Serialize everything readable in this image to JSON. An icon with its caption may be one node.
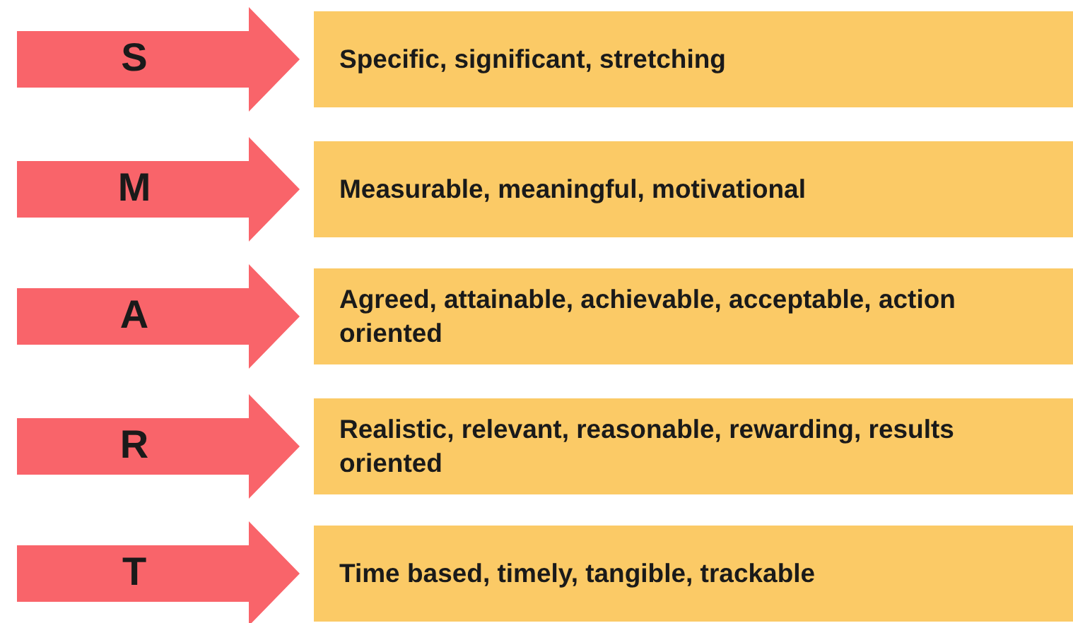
{
  "diagram": {
    "nodes": [
      {
        "text": [
          "S"
        ]
      },
      {
        "text": [
          "Specific, significant, stretching"
        ]
      },
      {
        "text": [
          "M"
        ]
      },
      {
        "text": [
          "Measurable, meaningful, motivational"
        ]
      },
      {
        "text": [
          "A"
        ]
      },
      {
        "text": [
          "Agreed, attainable, achievable, acceptable, action oriented"
        ]
      },
      {
        "text": [
          "R"
        ]
      },
      {
        "text": [
          "Realistic, relevant, reasonable, rewarding, results oriented"
        ]
      },
      {
        "text": [
          "T"
        ]
      },
      {
        "text": [
          "Time based, timely, tangible, trackable"
        ]
      }
    ]
  }
}
